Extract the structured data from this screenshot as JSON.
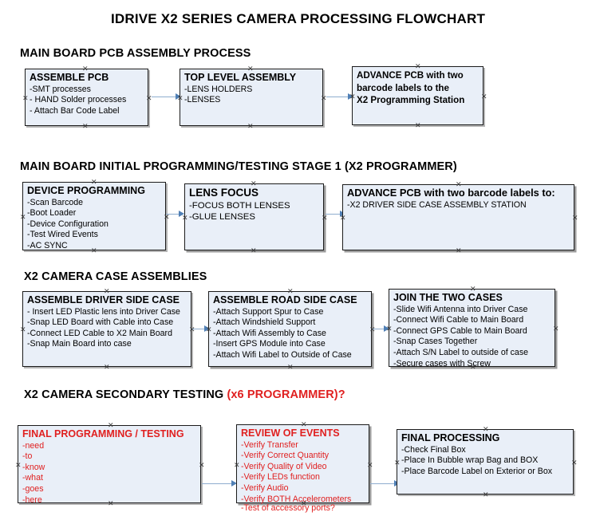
{
  "page": {
    "title": "IDRIVE X2  SERIES CAMERA PROCESSING FLOWCHART",
    "accent_black": "#000000",
    "accent_red": "#e02020",
    "node_fill": "#e9eff8",
    "connector_color": "#8fadcf"
  },
  "sections": [
    {
      "id": "sec1",
      "label": "MAIN BOARD PCB ASSEMBLY PROCESS",
      "label_red": ""
    },
    {
      "id": "sec2",
      "label": "MAIN BOARD INITIAL PROGRAMMING/TESTING STAGE 1 (X2 PROGRAMMER)",
      "label_red": ""
    },
    {
      "id": "sec3",
      "label": "X2 CAMERA CASE ASSEMBLIES",
      "label_red": ""
    },
    {
      "id": "sec4",
      "label": "X2 CAMERA SECONDARY TESTING ",
      "label_red": "(x6 PROGRAMMER)?"
    }
  ],
  "nodes": {
    "assemble_pcb": {
      "title": "ASSEMBLE PCB",
      "lines": [
        "-SMT processes",
        "- HAND Solder processes",
        "- Attach Bar Code Label"
      ]
    },
    "top_level_assembly": {
      "title": "TOP LEVEL ASSEMBLY",
      "lines": [
        "-LENS HOLDERS",
        "-LENSES"
      ]
    },
    "advance_pcb_1": {
      "title": "ADVANCE PCB with two",
      "lines": [
        "barcode labels to the",
        " X2 Programming Station"
      ]
    },
    "device_programming": {
      "title": "DEVICE PROGRAMMING",
      "lines": [
        "-Scan Barcode",
        "-Boot Loader",
        "-Device Configuration",
        "-Test Wired Events",
        "-AC SYNC"
      ]
    },
    "lens_focus": {
      "title": "LENS FOCUS",
      "lines": [
        "-FOCUS BOTH LENSES",
        "-GLUE LENSES"
      ]
    },
    "advance_pcb_2": {
      "title": "ADVANCE PCB with two barcode labels to:",
      "lines": [
        "-X2 DRIVER  SIDE  CASE  ASSEMBLY STATION"
      ]
    },
    "assemble_driver_side_case": {
      "title": "ASSEMBLE DRIVER SIDE CASE",
      "lines": [
        "- Insert LED Plastic lens into Driver Case",
        "-Snap LED Board with Cable into Case",
        "-Connect LED Cable to X2 Main Board",
        "-Snap Main Board into case"
      ]
    },
    "assemble_road_side_case": {
      "title": "ASSEMBLE ROAD SIDE CASE",
      "lines": [
        "-Attach Support Spur to Case",
        "-Attach Windshield Support",
        "-Attach Wifi Assembly to Case",
        "-Insert GPS Module into Case",
        "-Attach Wifi Label to Outside of Case"
      ]
    },
    "join_the_two_cases": {
      "title": "JOIN THE TWO CASES",
      "lines": [
        "-Slide Wifi Antenna into Driver Case",
        "-Connect Wifi Cable to Main Board",
        "-Connect GPS Cable to Main Board",
        "-Snap Cases Together",
        "-Attach S/N Label to outside of case",
        "-Secure cases with Screw"
      ]
    },
    "final_programming_testing": {
      "title": "FINAL PROGRAMMING / TESTING",
      "lines": [
        "-need",
        "-to",
        "-know",
        "-what",
        "-goes",
        "-here"
      ]
    },
    "review_of_events": {
      "title": "REVIEW OF EVENTS",
      "lines": [
        "-Verify Transfer",
        "-Verify Correct Quantity",
        "-Verify Quality of Video",
        "-Verify LEDs function",
        "-Verify Audio",
        "-Verify BOTH Accelerometers"
      ],
      "overflow_line": "-Test of accessory ports?"
    },
    "final_processing": {
      "title": "FINAL PROCESSING",
      "lines": [
        " -Check Final Box",
        "-Place In Bubble wrap Bag and BOX",
        "-Place Barcode Label on Exterior or Box"
      ]
    }
  }
}
